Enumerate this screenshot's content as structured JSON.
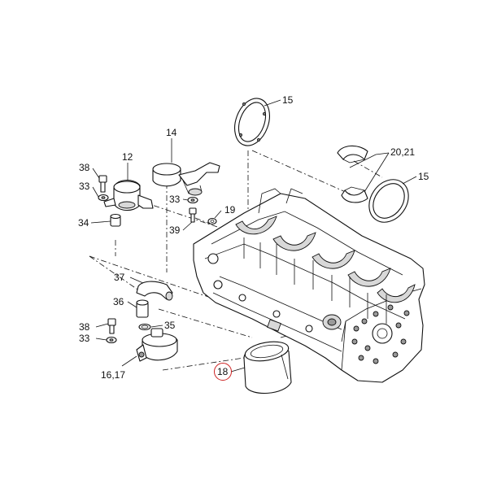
{
  "callouts": {
    "c15_top": "15",
    "c15_right": "15",
    "c14": "14",
    "c12": "12",
    "c38_top": "38",
    "c33_top": "33",
    "c34": "34",
    "c33_mid": "33",
    "c39": "39",
    "c19": "19",
    "c20_21": "20,21",
    "c37": "37",
    "c36": "36",
    "c35": "35",
    "c38_bottom": "38",
    "c33_bottom": "33",
    "c16_17": "16,17",
    "c18": "18"
  },
  "colors": {
    "line": "#111111",
    "highlight_circle": "#cc2222",
    "background": "#ffffff"
  }
}
